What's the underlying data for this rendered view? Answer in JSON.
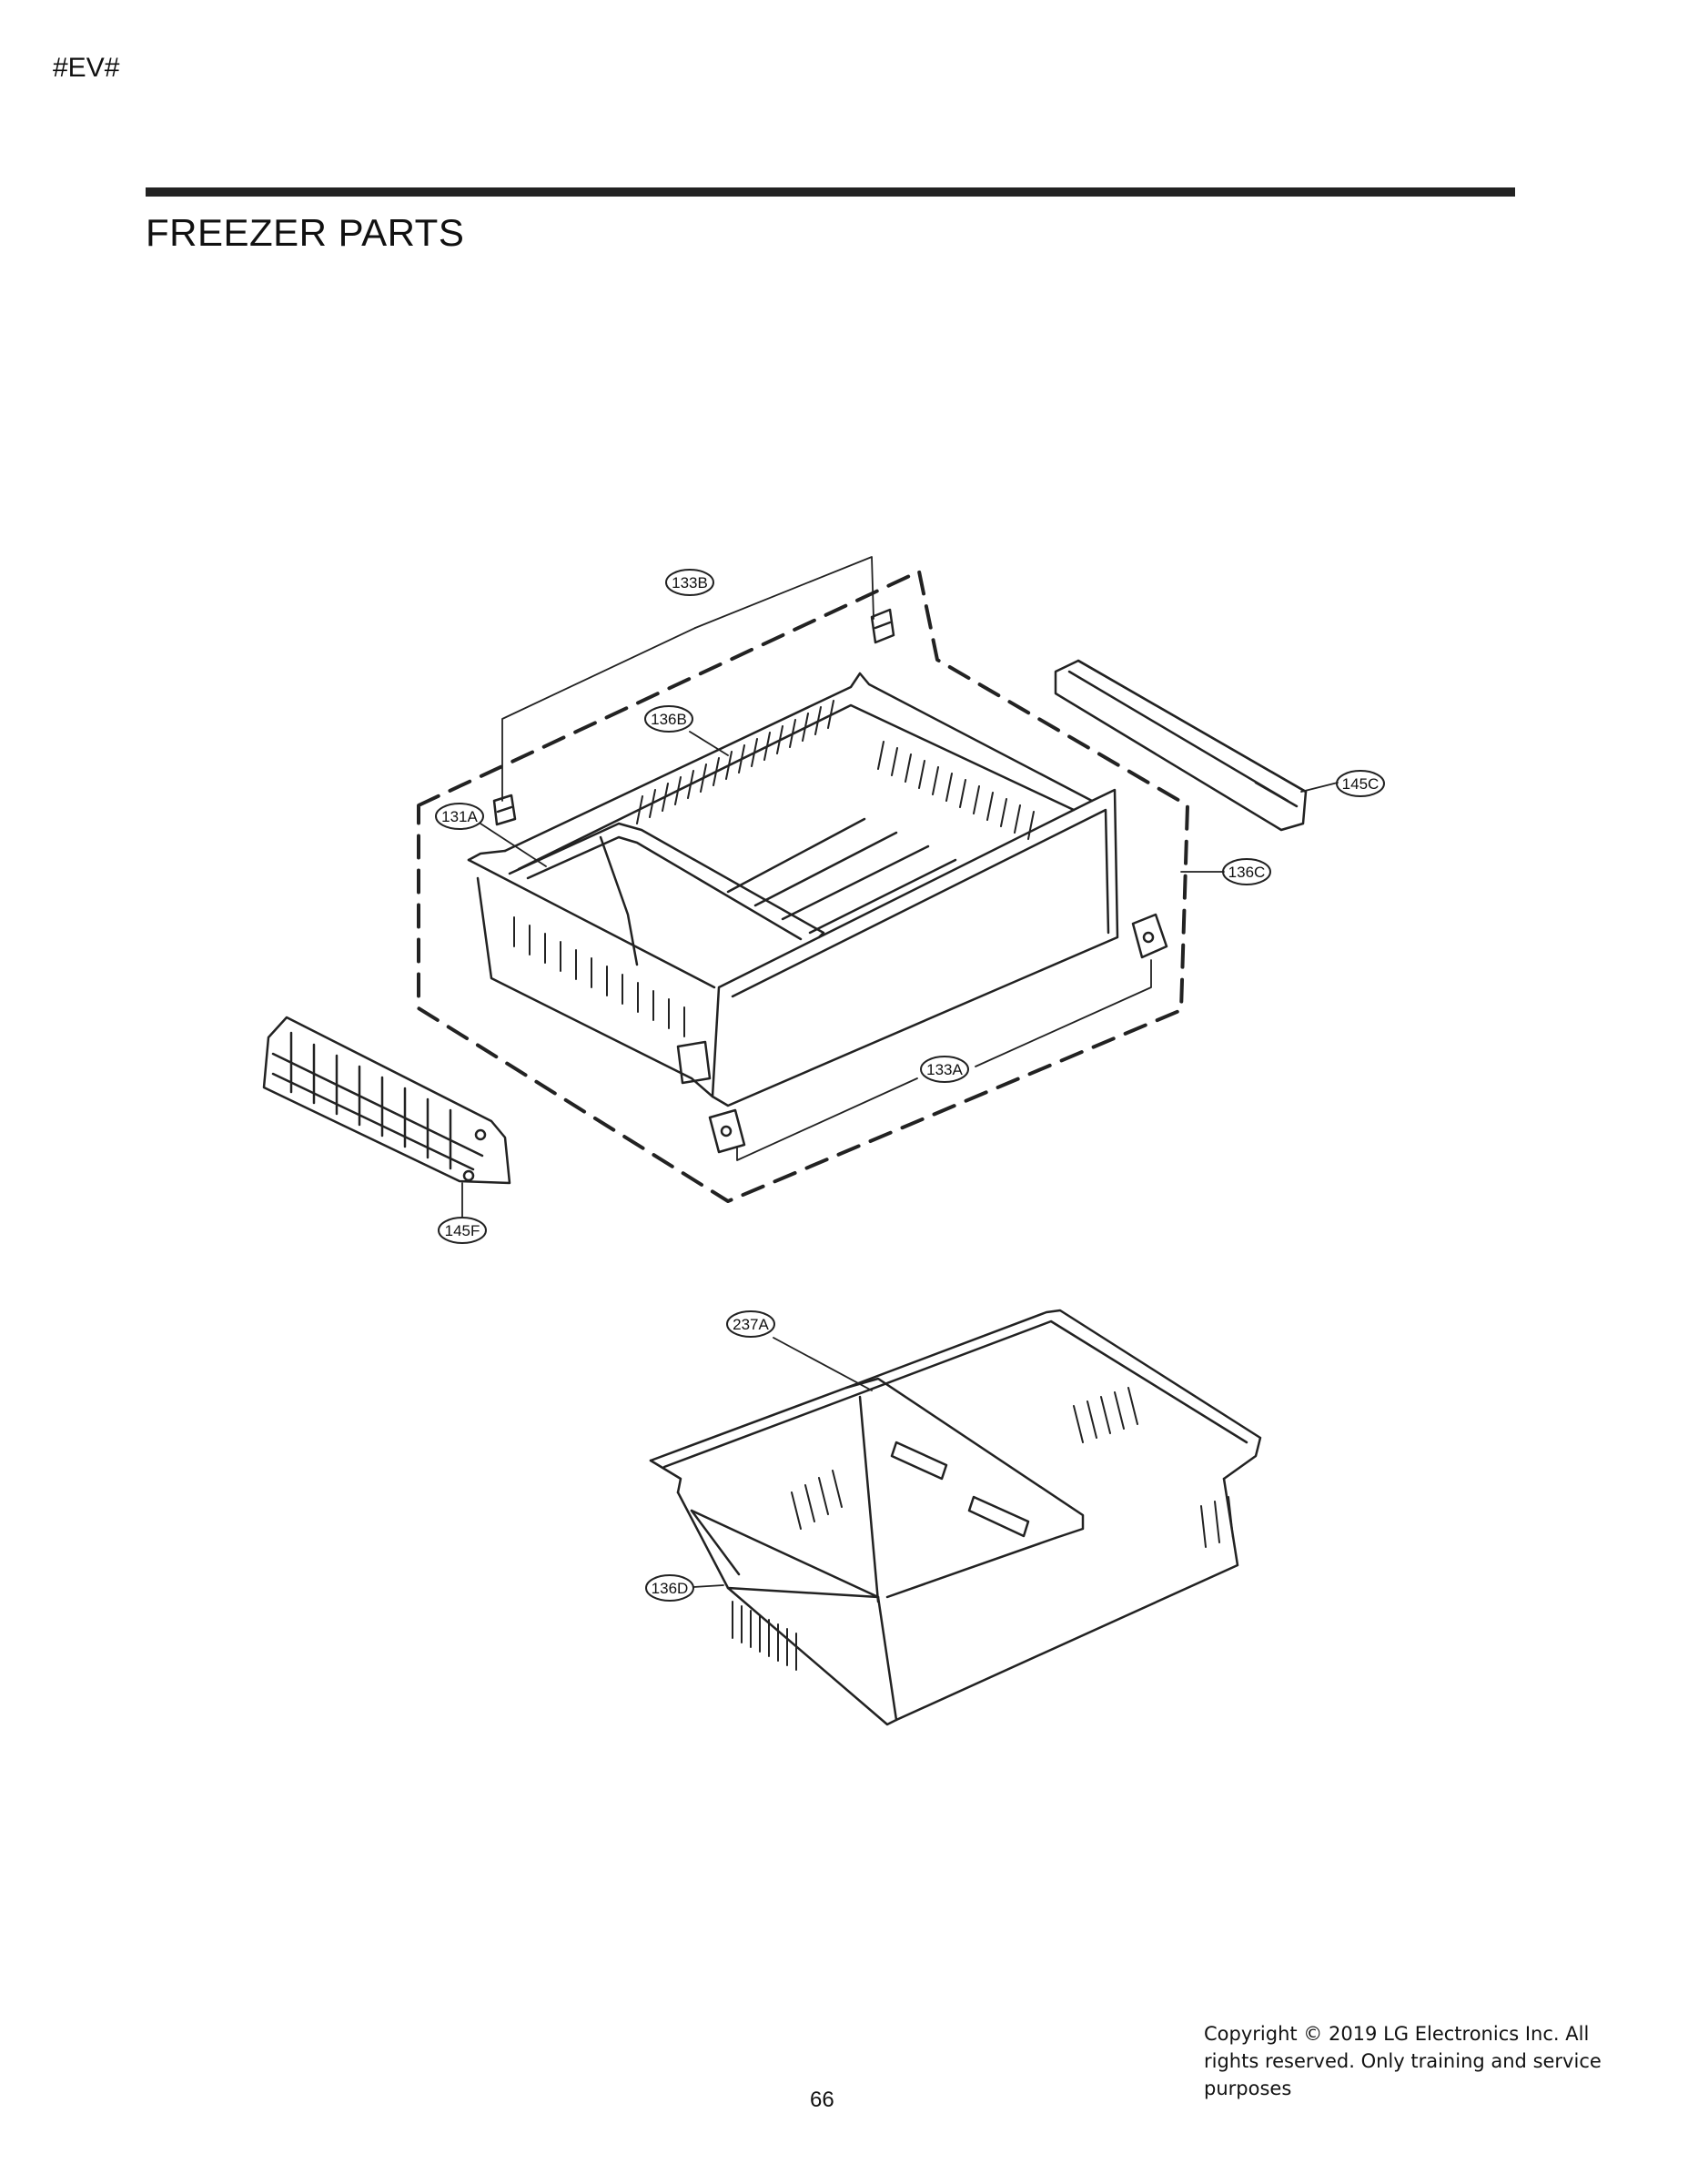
{
  "header": {
    "page_tag": "#EV#",
    "section_title": "FREEZER PARTS"
  },
  "callouts": {
    "c133B": "133B",
    "c136B": "136B",
    "c131A": "131A",
    "c145C": "145C",
    "c136C": "136C",
    "c133A": "133A",
    "c145F": "145F",
    "c237A": "237A",
    "c136D": "136D"
  },
  "footer": {
    "copyright": "Copyright © 2019 LG Electronics Inc. All rights reserved. Only training and service purposes",
    "page_number": "66"
  }
}
